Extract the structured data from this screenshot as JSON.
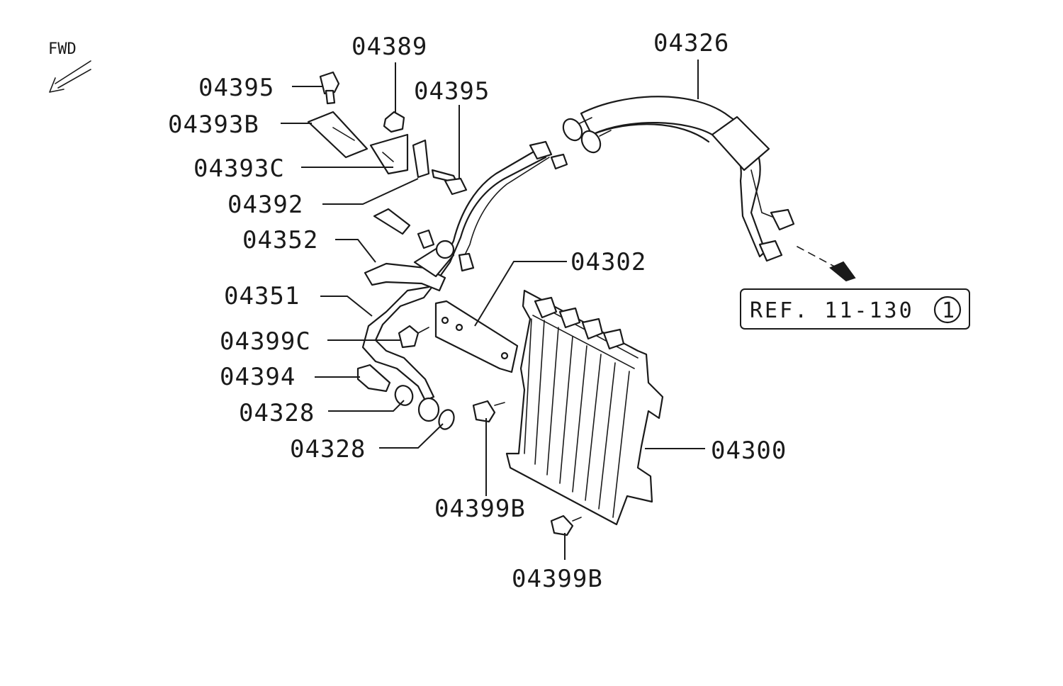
{
  "direction_label": "FWD",
  "labels": {
    "l04389": "04389",
    "l04326": "04326",
    "l04395a": "04395",
    "l04395b": "04395",
    "l04393b": "04393B",
    "l04393c": "04393C",
    "l04392": "04392",
    "l04352": "04352",
    "l04302": "04302",
    "l04351": "04351",
    "l04399c": "04399C",
    "l04394": "04394",
    "l04328a": "04328",
    "l04328b": "04328",
    "l04300": "04300",
    "l04399b1": "04399B",
    "l04399b2": "04399B"
  },
  "reference": {
    "text": "REF. 11-130",
    "circle_number": "1"
  }
}
